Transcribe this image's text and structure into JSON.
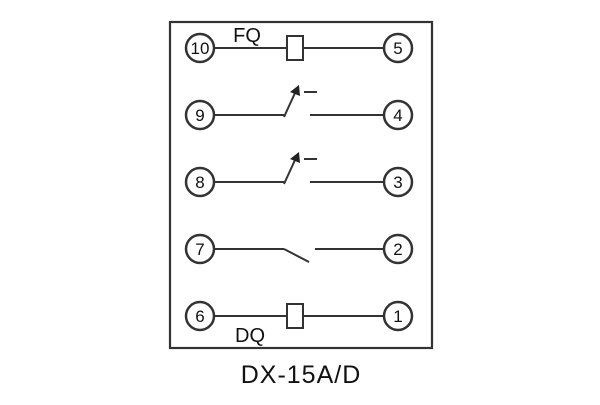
{
  "diagram": {
    "caption": "DX-15A/D",
    "coil_top_label": "FQ",
    "coil_bottom_label": "DQ",
    "rows": [
      {
        "left": "10",
        "right": "5",
        "symbol": "coil"
      },
      {
        "left": "9",
        "right": "4",
        "symbol": "arrow-contact"
      },
      {
        "left": "8",
        "right": "3",
        "symbol": "arrow-contact"
      },
      {
        "left": "7",
        "right": "2",
        "symbol": "open-contact"
      },
      {
        "left": "6",
        "right": "1",
        "symbol": "coil"
      }
    ]
  }
}
